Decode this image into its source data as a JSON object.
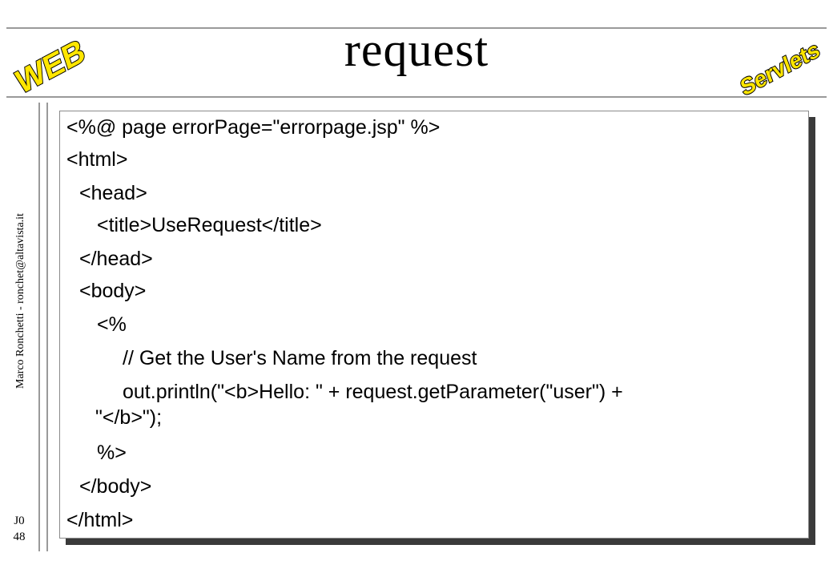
{
  "slide": {
    "title": "request",
    "author": "Marco Ronchetti  -  ronchet@altavista.it",
    "code": "J0",
    "number": "48"
  },
  "logos": {
    "web": "WEB",
    "servlets": "Servlets",
    "colors": {
      "fill": "#ffe600",
      "outline": "#000000"
    }
  },
  "code_lines": [
    "<%@ page errorPage=\"errorpage.jsp\" %>",
    "<html>",
    "<head>",
    "<title>UseRequest</title>",
    "</head>",
    "<body>",
    "<%",
    "// Get the User's Name from the request",
    "out.println(\"<b>Hello: \" + request.getParameter(\"user\") +",
    "\"</b>\");",
    "%>",
    "</body>",
    "</html>"
  ]
}
